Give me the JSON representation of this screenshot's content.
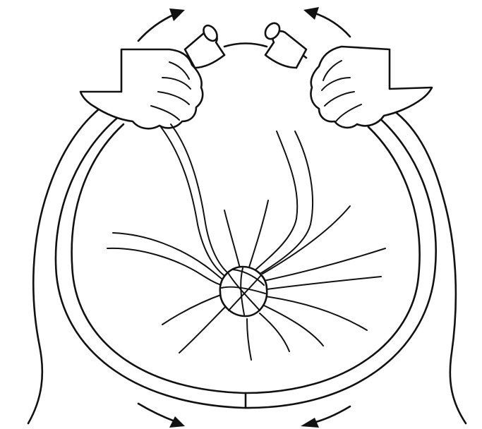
{
  "figure": {
    "ink_color": "#111111",
    "background_color": "#ffffff",
    "icons": [
      "rotation-arrow-icon",
      "hand-icon",
      "hose-ring",
      "knot-center",
      "strand-lines"
    ]
  }
}
